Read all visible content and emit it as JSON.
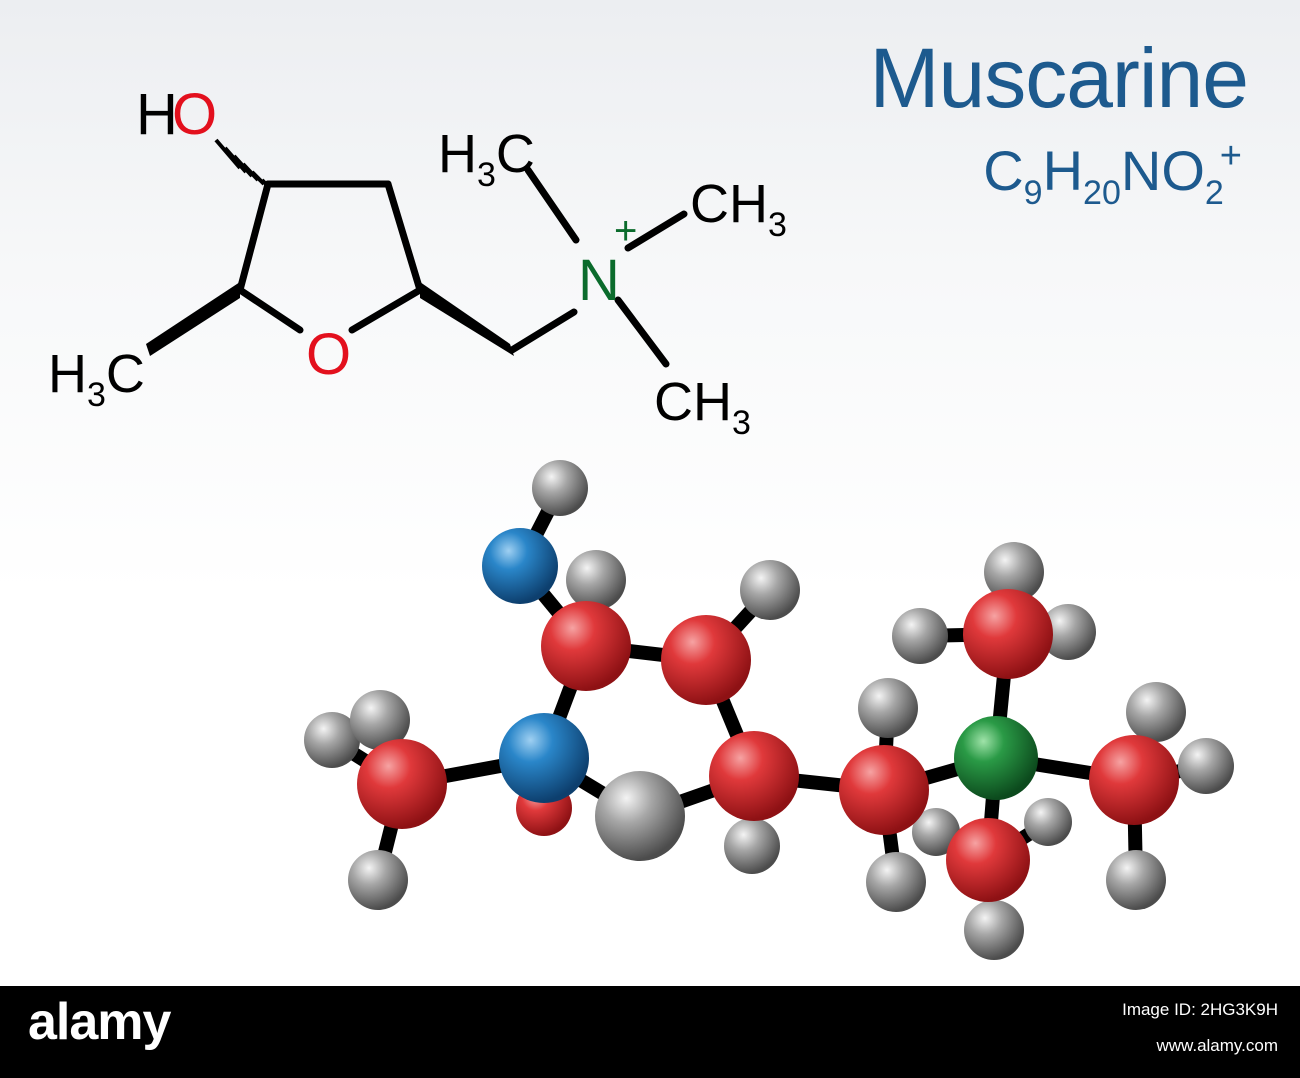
{
  "title": "Muscarine",
  "formula": {
    "parts": [
      {
        "text": "C",
        "style": "normal"
      },
      {
        "text": "9",
        "style": "sub"
      },
      {
        "text": "H",
        "style": "normal"
      },
      {
        "text": "20",
        "style": "sub"
      },
      {
        "text": "NO",
        "style": "normal"
      },
      {
        "text": "2",
        "style": "sub"
      },
      {
        "text": "+",
        "style": "sup"
      }
    ]
  },
  "structure": {
    "labels": {
      "hydroxyl_h": "H",
      "hydroxyl_o": "O",
      "ring_o": "O",
      "nitrogen": "N",
      "charge": "+",
      "methyl_left_h": "H",
      "methyl_left_sub": "3",
      "methyl_left_c": "C",
      "methyl_n_top_h": "H",
      "methyl_n_top_sub": "3",
      "methyl_n_top_c": "C",
      "methyl_n_right_c": "CH",
      "methyl_n_right_sub": "3",
      "methyl_n_bottom_c": "CH",
      "methyl_n_bottom_sub": "3"
    }
  },
  "colors": {
    "title": "#1d5a8e",
    "bond": "#000000",
    "oxygen_label": "#e3101d",
    "nitrogen_label": "#0b6b2c",
    "carbon_ball": "#d9262c",
    "hydrogen_ball": "#8c8c8c",
    "oxygen_ball": "#1b75bb",
    "nitrogen_ball": "#1f8a3c"
  },
  "ball_model": {
    "atoms": [
      {
        "el": "H"
      },
      {
        "el": "O"
      },
      {
        "el": "H"
      },
      {
        "el": "C"
      },
      {
        "el": "H"
      },
      {
        "el": "C"
      },
      {
        "el": "H"
      },
      {
        "el": "H"
      },
      {
        "el": "C"
      },
      {
        "el": "H"
      },
      {
        "el": "O"
      },
      {
        "el": "C"
      },
      {
        "el": "H"
      },
      {
        "el": "C"
      },
      {
        "el": "H"
      },
      {
        "el": "H"
      },
      {
        "el": "N"
      },
      {
        "el": "C"
      },
      {
        "el": "H"
      },
      {
        "el": "H"
      },
      {
        "el": "H"
      },
      {
        "el": "C"
      },
      {
        "el": "H"
      },
      {
        "el": "H"
      },
      {
        "el": "H"
      },
      {
        "el": "C"
      },
      {
        "el": "H"
      },
      {
        "el": "H"
      },
      {
        "el": "C"
      },
      {
        "el": "H"
      },
      {
        "el": "H"
      },
      {
        "el": "H"
      },
      {
        "el": "H"
      }
    ]
  },
  "footer": {
    "brand": "alamy",
    "image_id": "Image ID: 2HG3K9H",
    "site": "www.alamy.com"
  }
}
